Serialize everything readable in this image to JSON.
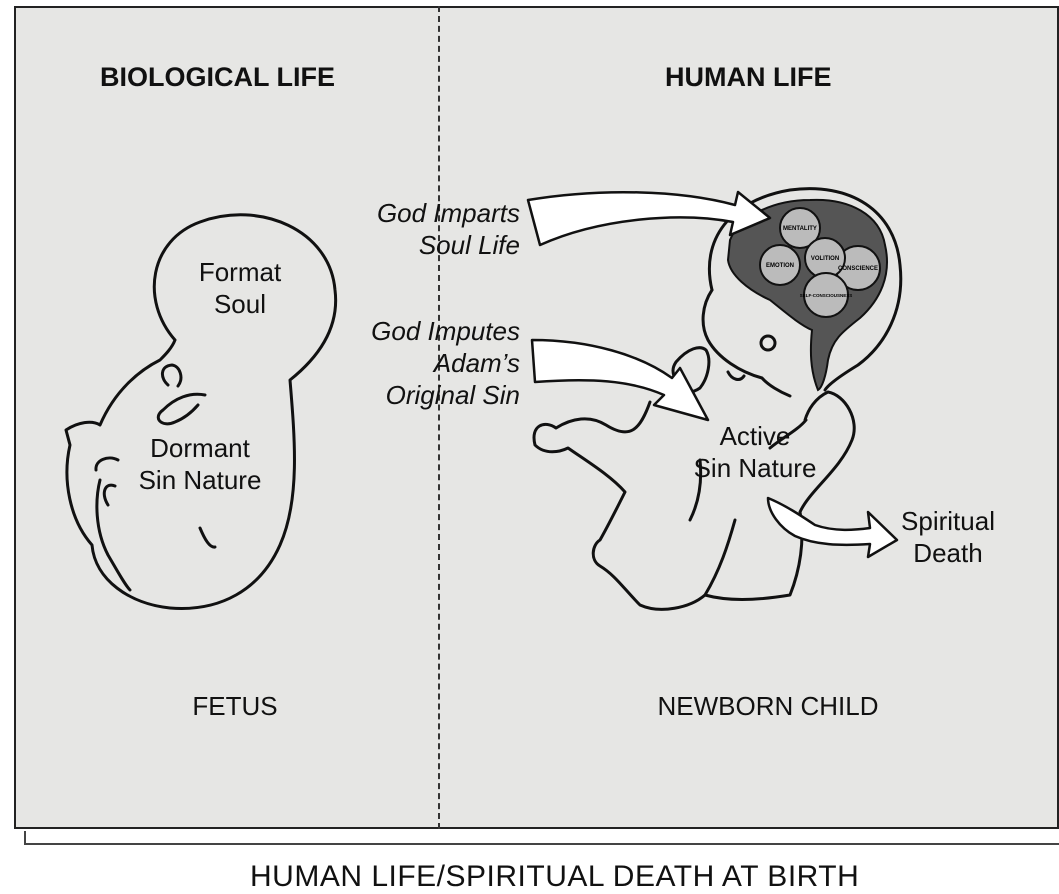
{
  "left": {
    "heading": "BIOLOGICAL LIFE",
    "fetus_head_label": [
      "Format",
      "Soul"
    ],
    "fetus_body_label": [
      "Dormant",
      "Sin Nature"
    ],
    "footer": "FETUS"
  },
  "right": {
    "heading": "HUMAN LIFE",
    "arrow1_label": [
      "God Imparts",
      "Soul Life"
    ],
    "arrow2_label": [
      "God Imputes",
      "Adam’s",
      "Original Sin"
    ],
    "brain_labels": [
      "MENTALITY",
      "CONSCIENCE",
      "EMOTION",
      "VOLITION",
      "SELF-CONSCIOUSNESS"
    ],
    "body_label": [
      "Active",
      "Sin Nature"
    ],
    "result_label": [
      "Spiritual",
      "Death"
    ],
    "footer": "NEWBORN CHILD"
  },
  "caption": "HUMAN LIFE/SPIRITUAL DEATH AT BIRTH"
}
